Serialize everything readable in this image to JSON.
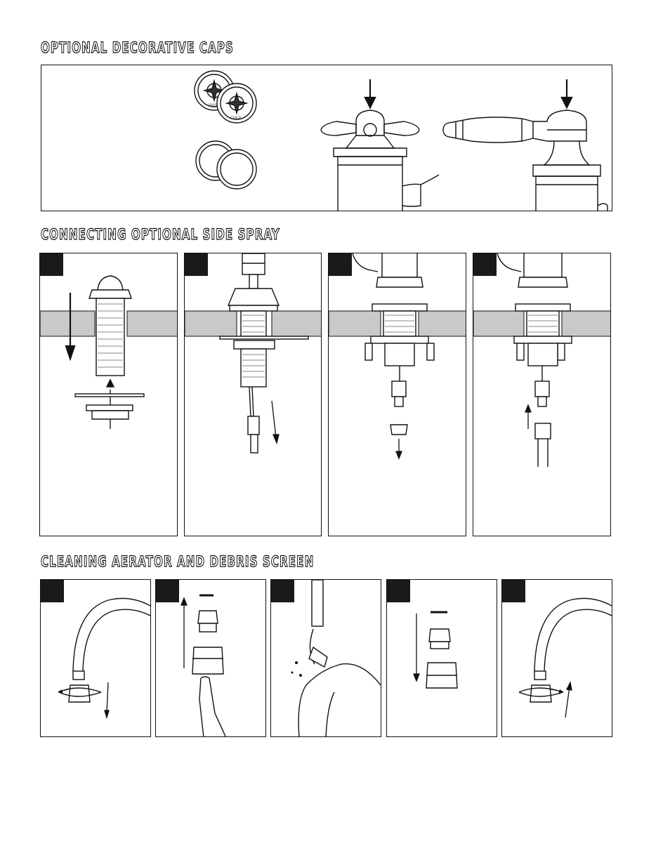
{
  "sections": {
    "caps": {
      "title": "OPTIONAL DECORATIVE CAPS"
    },
    "spray": {
      "title": "CONNECTING OPTIONAL SIDE SPRAY"
    },
    "aerator": {
      "title": "CLEANING AERATOR AND DEBRIS SCREEN"
    }
  },
  "caps_labels": {
    "hot": "HOT",
    "cold": "COLD"
  },
  "colors": {
    "ink": "#111111",
    "counter": "#c9c9c9",
    "step_box": "#1a1a1a"
  }
}
